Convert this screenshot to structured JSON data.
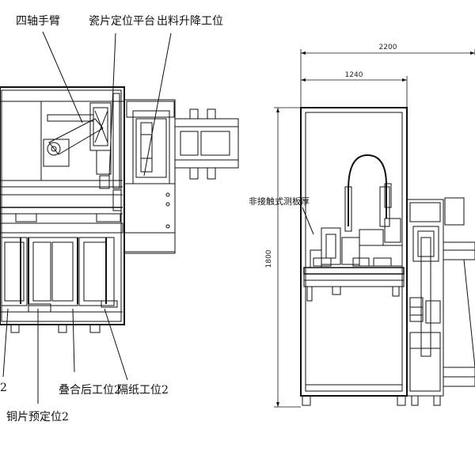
{
  "callouts": {
    "four_axis_arm": "四轴手臂",
    "ceramic_platform": "瓷片定位平台",
    "output_lift": "出料升降工位",
    "noncontact_thickness": "非接触式测板厚",
    "stack_station_2": "叠合后工位2",
    "paper_station_2": "隔纸工位2",
    "copper_preposition_2": "铜片预定位2",
    "left_cut_label": "2"
  },
  "dimensions": {
    "overall_width": "2200",
    "inner_width": "1240",
    "height": "1800"
  }
}
